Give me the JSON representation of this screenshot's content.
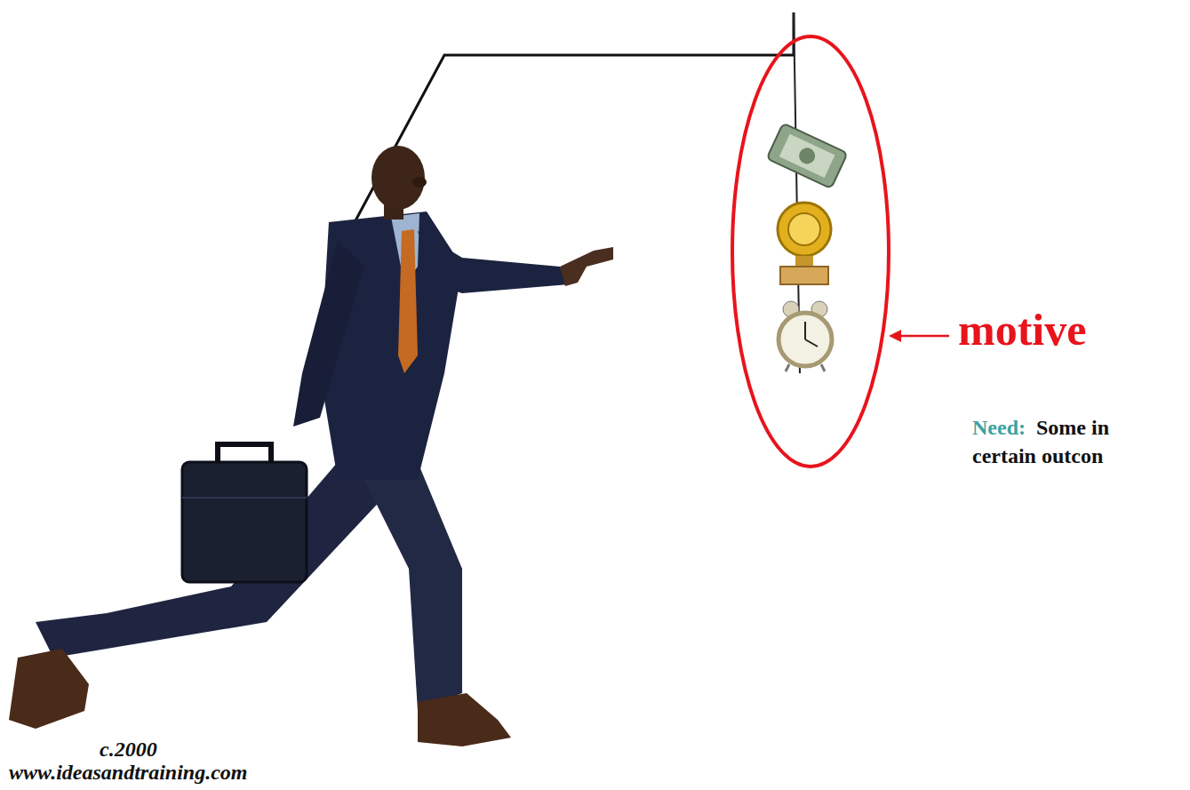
{
  "diagram": {
    "labels": [
      "motive",
      "Need:",
      "Some in",
      "certain outcon",
      "c.2000",
      "www.ideasandtraining.com"
    ]
  }
}
